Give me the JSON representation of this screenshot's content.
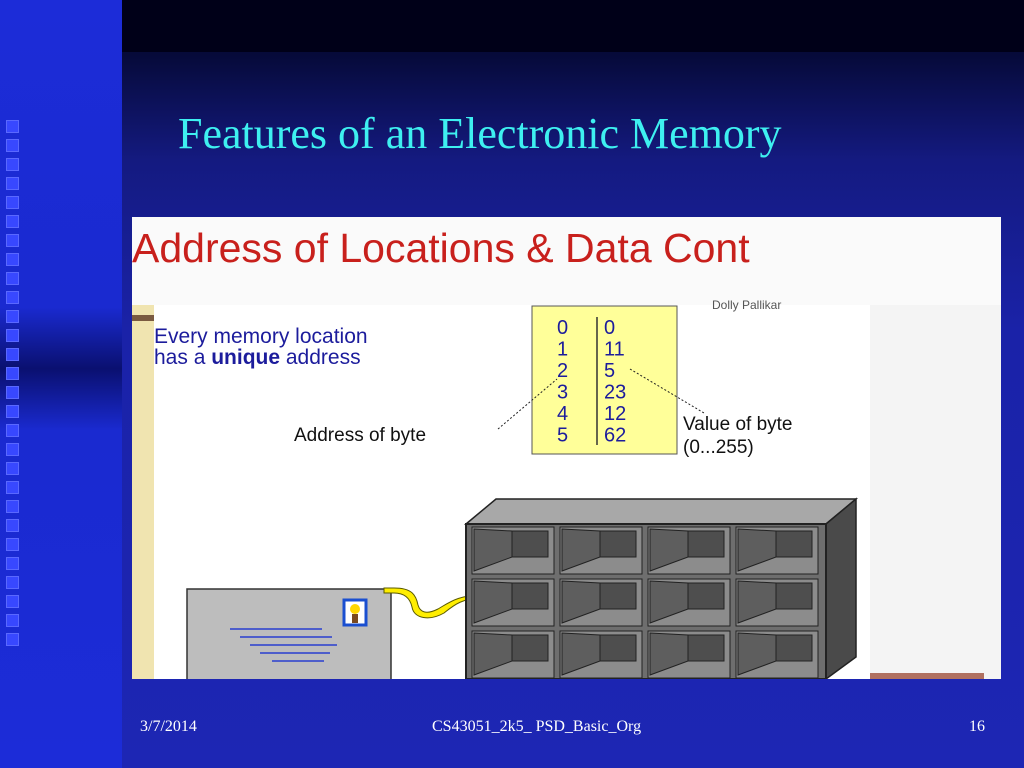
{
  "slide": {
    "title": "Features of an  Electronic Memory",
    "footer": {
      "date": "3/7/2014",
      "course": "CS43051_2k5_ PSD_Basic_Org",
      "page": "16"
    }
  },
  "figure": {
    "header": "Address of Locations & Data Cont",
    "cropped_note": "Dolly Pallikar",
    "caption_line1": "Every memory location",
    "caption_line2_prefix": "has a ",
    "caption_line2_bold": "unique",
    "caption_line2_suffix": " address",
    "table": {
      "addresses": [
        "0",
        "1",
        "2",
        "3",
        "4",
        "5"
      ],
      "values": [
        "0",
        "11",
        "5",
        "23",
        "12",
        "62"
      ]
    },
    "label_address": "Address of byte",
    "label_value_line1": "Value of byte",
    "label_value_line2": "(0...255)"
  },
  "colors": {
    "title": "#3ef0f0",
    "header_red": "#c8201c",
    "table_yellow": "#ffff99",
    "caption_blue": "#1c1c9c"
  }
}
